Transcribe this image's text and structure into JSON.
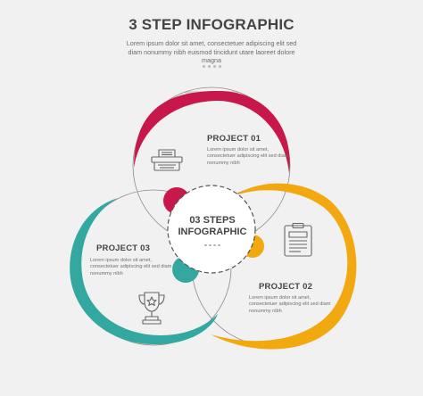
{
  "header": {
    "title": "3 STEP INFOGRAPHIC",
    "subtitle": "Lorem ipsum dolor sit amet, consectetuer adipiscing elit sed diam nonummy nibh euismod tincidunt utare laoreet dolore magna"
  },
  "center": {
    "title": "03 STEPS INFOGRAPHIC"
  },
  "steps": [
    {
      "title": "PROJECT 01",
      "description": "Lorem ipsum dolor sit amet, consectetuer adipiscing elit sed diam nonummy nibh",
      "color": "#c8174a",
      "icon": "typewriter-icon"
    },
    {
      "title": "PROJECT 02",
      "description": "Lorem ipsum dolor sit amet, consectetuer adipiscing elit sed diam nonummy nibh",
      "color": "#f2a80f",
      "icon": "clipboard-icon"
    },
    {
      "title": "PROJECT 03",
      "description": "Lorem ipsum dolor sit amet, consectetuer adipiscing elit sed diam nonummy nibh",
      "color": "#33a8a0",
      "icon": "trophy-icon"
    }
  ],
  "colors": {
    "background": "#f1f1f1",
    "text_dark": "#444444",
    "text_muted": "#6f6f6f",
    "line_gray": "#8a8a8a"
  }
}
